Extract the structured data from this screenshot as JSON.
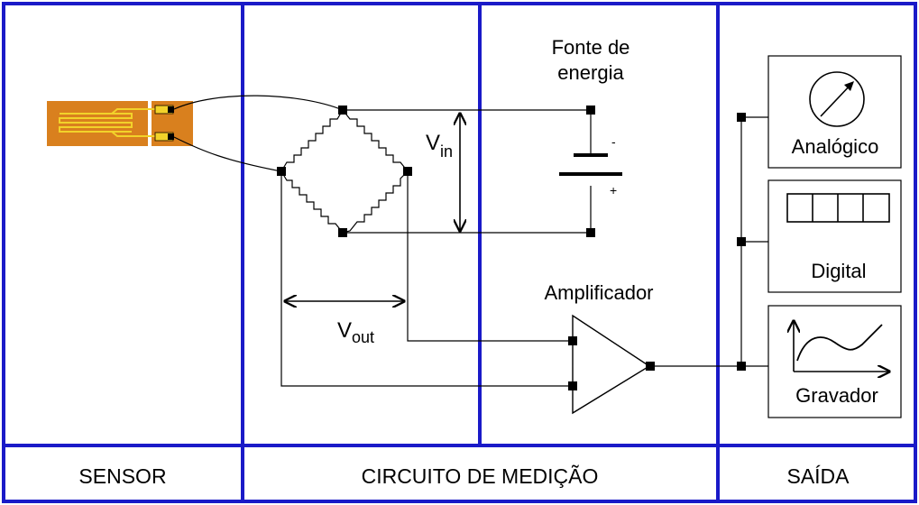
{
  "sections": {
    "sensor": "SENSOR",
    "circuit": "CIRCUITO DE MEDIÇÃO",
    "output": "SAÍDA"
  },
  "power_supply": {
    "label_line1": "Fonte de",
    "label_line2": "energia",
    "minus": "-",
    "plus": "+"
  },
  "bridge": {
    "vin_main": "V",
    "vin_sub": "in",
    "vout_main": "V",
    "vout_sub": "out"
  },
  "amplifier": {
    "label": "Amplificador"
  },
  "outputs": {
    "analog": "Analógico",
    "digital": "Digital",
    "recorder": "Gravador"
  },
  "colors": {
    "frame": "#1a1ac8",
    "sensor_body": "#d9801e",
    "sensor_trace": "#f2d22a",
    "wire": "#000000"
  }
}
